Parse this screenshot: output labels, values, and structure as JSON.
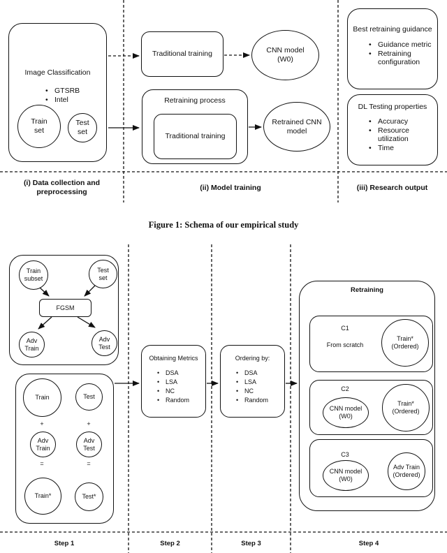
{
  "symbols": {
    "bullet": "•",
    "plus": "+",
    "equals": "="
  },
  "figure1": {
    "caption": "Figure 1: Schema of our empirical study",
    "data_collection": {
      "box_title": "Image Classification",
      "datasets": [
        "GTSRB",
        "Intel"
      ],
      "train_circle": "Train set",
      "test_circle": "Test set",
      "label_line1": "(i) Data collection and",
      "label_line2": "preprocessing"
    },
    "model_training": {
      "traditional_training_top": "Traditional training",
      "cnn_model": "CNN model (W0)",
      "retraining_process_title": "Retraining process",
      "traditional_training_inner": "Traditional training",
      "retrained_model": "Retrained CNN model",
      "label": "(ii) Model training"
    },
    "research_output": {
      "guidance_title": "Best retraining guidance",
      "guidance_items": [
        "Guidance metric",
        "Retraining configuration"
      ],
      "testing_title": "DL Testing properties",
      "testing_items": [
        "Accuracy",
        "Resource utilization",
        "Time"
      ],
      "label": "(iii) Research output"
    }
  },
  "figure2": {
    "adversarial_generation": {
      "train_subset": "Train subset",
      "test_set": "Test set",
      "fgsm": "FGSM",
      "adv_train": "Adv Train",
      "adv_test": "Adv Test"
    },
    "dataset_combination": {
      "train": "Train",
      "test": "Test",
      "adv_train": "Adv Train",
      "adv_test": "Adv Test",
      "train_star": "Train*",
      "test_star": "Test*"
    },
    "obtaining_metrics": {
      "title": "Obtaining Metrics",
      "items": [
        "DSA",
        "LSA",
        "NC",
        "Random"
      ]
    },
    "ordering_by": {
      "title": "Ordering by:",
      "items": [
        "DSA",
        "LSA",
        "NC",
        "Random"
      ]
    },
    "retraining": {
      "title": "Retraining",
      "c1": {
        "label": "C1",
        "body": "From scratch",
        "right_circle": "Train* (Ordered)"
      },
      "c2": {
        "label": "C2",
        "left_ellipse": "CNN model (W0)",
        "right_circle": "Train* (Ordered)"
      },
      "c3": {
        "label": "C3",
        "left_ellipse": "CNN model (W0)",
        "right_circle": "Adv Train (Ordered)"
      }
    },
    "steps": [
      "Step 1",
      "Step 2",
      "Step 3",
      "Step 4"
    ]
  }
}
